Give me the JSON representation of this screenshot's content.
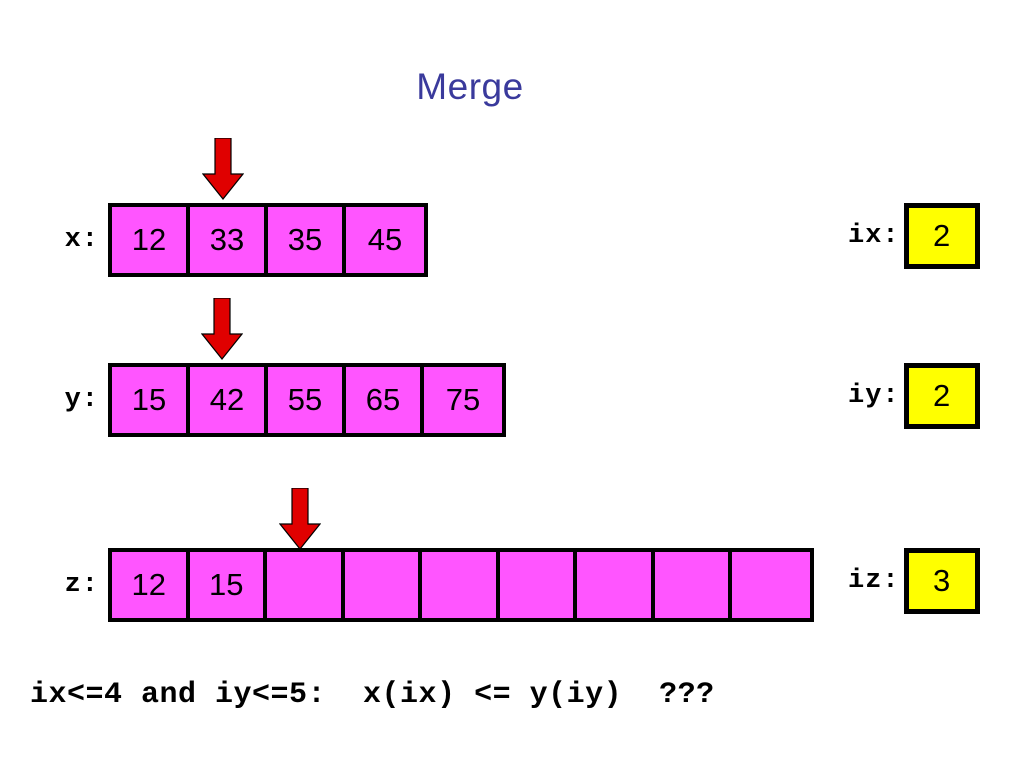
{
  "slide": {
    "title": "Merge",
    "title_color": "#3a3a9c",
    "background": "#ffffff"
  },
  "theme": {
    "cell_fill": "#ff55ff",
    "cell_border": "#000000",
    "index_fill": "#ffff00",
    "arrow_color": "#e00000"
  },
  "arrays": {
    "x": {
      "label": "x:",
      "cells": [
        "12",
        "33",
        "35",
        "45"
      ],
      "pointer_index": 2,
      "pointer_name": "x-pointer-arrow"
    },
    "y": {
      "label": "y:",
      "cells": [
        "15",
        "42",
        "55",
        "65",
        "75"
      ],
      "pointer_index": 2,
      "pointer_name": "y-pointer-arrow"
    },
    "z": {
      "label": "z:",
      "cells": [
        "12",
        "15",
        "",
        "",
        "",
        "",
        "",
        "",
        ""
      ],
      "pointer_index": 3,
      "pointer_name": "z-pointer-arrow"
    }
  },
  "indices": {
    "ix": {
      "label": "ix:",
      "value": "2"
    },
    "iy": {
      "label": "iy:",
      "value": "2"
    },
    "iz": {
      "label": "iz:",
      "value": "3"
    }
  },
  "caption": {
    "text": "ix<=4 and iy<=5:  x(ix) <= y(iy)  ???"
  },
  "chart_data": {
    "type": "table",
    "title": "Merge",
    "series": [
      {
        "name": "x",
        "values": [
          "12",
          "33",
          "35",
          "45"
        ],
        "pointer_index": 2
      },
      {
        "name": "y",
        "values": [
          "15",
          "42",
          "55",
          "65",
          "75"
        ],
        "pointer_index": 2
      },
      {
        "name": "z",
        "values": [
          "12",
          "15",
          "",
          "",
          "",
          "",
          "",
          "",
          ""
        ],
        "pointer_index": 3
      }
    ],
    "annotations": [
      {
        "name": "ix",
        "value": "2"
      },
      {
        "name": "iy",
        "value": "2"
      },
      {
        "name": "iz",
        "value": "3"
      },
      {
        "name": "condition",
        "value": "ix<=4 and iy<=5:  x(ix) <= y(iy)  ???"
      }
    ]
  }
}
